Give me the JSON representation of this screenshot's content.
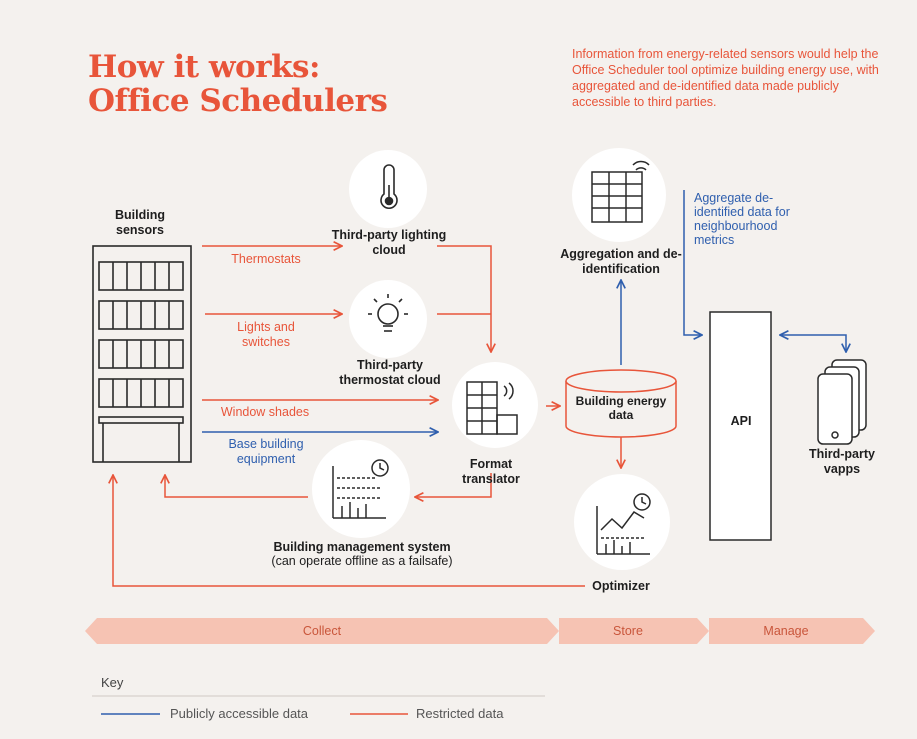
{
  "header": {
    "title_line1": "How it works:",
    "title_line2": "Office Schedulers",
    "intro": "Information from energy-related sensors would help the Office Scheduler tool optimize building energy use, with aggregated and de-identified data made publicly accessible to third parties."
  },
  "nodes": {
    "building_sensors": "Building sensors",
    "lighting_cloud": "Third-party lighting cloud",
    "thermostat_cloud": "Third-party thermostat cloud",
    "format_translator": "Format translator",
    "energy_data": "Building energy data",
    "aggregation": "Aggregation and de-identification",
    "optimizer": "Optimizer",
    "bms_title": "Building management system",
    "bms_sub": "(can operate offline as a failsafe)",
    "api": "API",
    "vapps": "Third-party vapps"
  },
  "flows": {
    "thermostats": "Thermostats",
    "lights": "Lights and switches",
    "window_shades": "Window shades",
    "base_equipment": "Base building equipment",
    "aggregate_note": "Aggregate de-identified data for neighbourhood metrics"
  },
  "stages": [
    "Collect",
    "Store",
    "Manage"
  ],
  "key": {
    "title": "Key",
    "public": "Publicly accessible data",
    "restricted": "Restricted data"
  },
  "colors": {
    "accent": "#e8553a",
    "public": "#2f5fae",
    "stage_bar": "#f6c3b3",
    "background": "#f4f1ee"
  }
}
